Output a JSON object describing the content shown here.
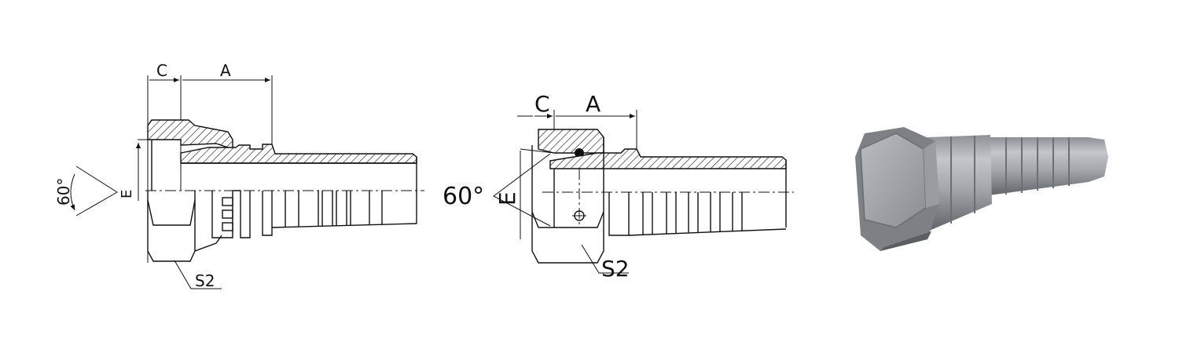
{
  "drawing_left": {
    "dim_c": "C",
    "dim_a": "A",
    "angle": "60°",
    "dim_e": "E",
    "hex_size": "S2"
  },
  "drawing_middle": {
    "dim_c": "C",
    "dim_a": "A",
    "angle": "60°",
    "dim_e": "E",
    "hex_size": "S2"
  },
  "render_3d": {
    "body_color": "#a9acb0",
    "shadow_color": "#6e7277"
  }
}
